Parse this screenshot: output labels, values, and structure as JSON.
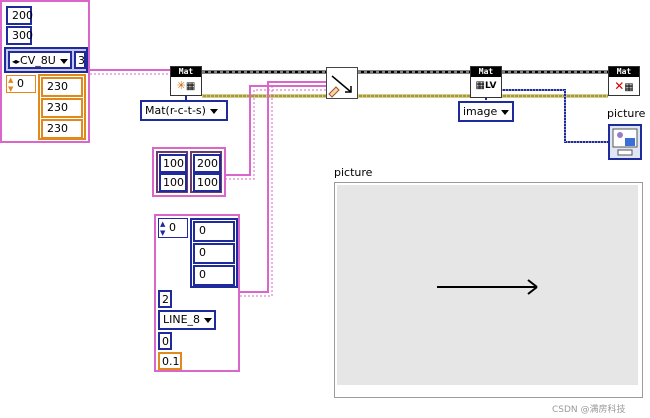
{
  "mat_cluster": {
    "rows_value": "200",
    "cols_value": "300",
    "type_selector": "CV_8U",
    "channels_value": "3",
    "array_index": "0",
    "scalar_values": [
      "230",
      "230",
      "230"
    ]
  },
  "create_mat_vi": {
    "header": "Mat"
  },
  "constructor_selector": {
    "value": "Mat(r-c-t-s)"
  },
  "draw_vi": {
    "header": ""
  },
  "points_cluster": {
    "pt1": [
      "100",
      "100"
    ],
    "pt2": [
      "200",
      "100"
    ]
  },
  "params_cluster": {
    "array_index": "0",
    "color_values": [
      "0",
      "0",
      "0"
    ],
    "thickness_value": "2",
    "line_type": "LINE_8",
    "shift_value": "0",
    "tip_length_value": "0.1"
  },
  "to_lv_vi": {
    "header": "Mat",
    "sub": "LV"
  },
  "image_selector": {
    "value": "image"
  },
  "close_vi": {
    "header": "Mat"
  },
  "picture_terminal": {
    "label": "picture"
  },
  "picture_indicator": {
    "label": "picture"
  },
  "watermark": "CSDN @满房科技",
  "colors": {
    "cluster": "#d966c8",
    "wire_blue": "#1f2a9c",
    "wire_pink": "#d966c8",
    "wire_olive": "#a59a2a",
    "numeric_orange": "#e08a1e"
  }
}
